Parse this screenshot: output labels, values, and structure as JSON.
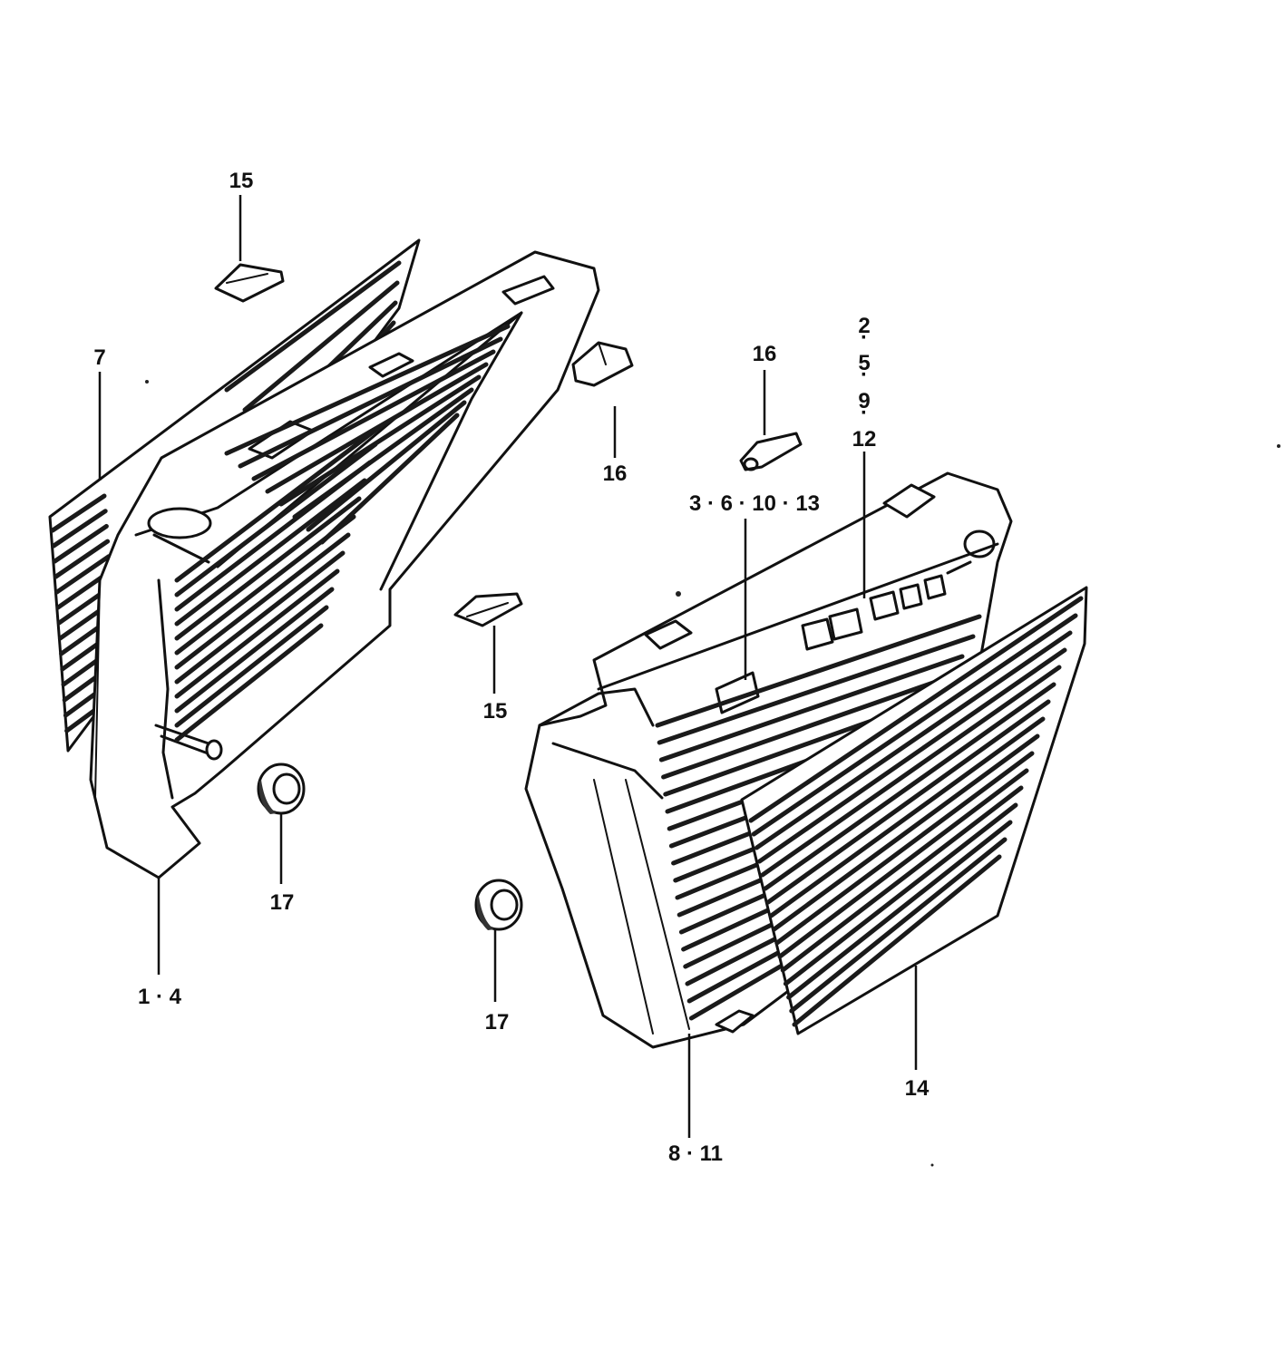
{
  "diagram": {
    "labels": {
      "grommet_top_left": "15",
      "cover_panel_left": "7",
      "cover_left_main": "1 · 4",
      "grommet_right_top": "16",
      "grommet_right_mid": "16",
      "cushion_left": "17",
      "grommet_center": "15",
      "emblem_stack_1": "2",
      "emblem_stack_2": "5",
      "emblem_stack_3": "9",
      "emblem_stack_4": "12",
      "emblem_group": "3 · 6 · 10 · 13",
      "cushion_center": "17",
      "cover_right_main": "8 · 11",
      "cover_panel_right": "14"
    }
  }
}
